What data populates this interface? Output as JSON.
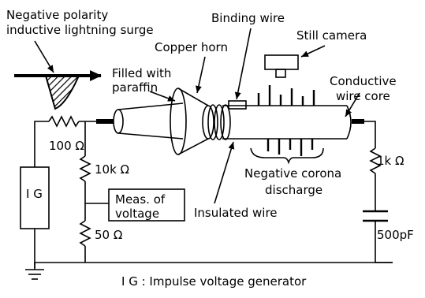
{
  "labels": {
    "surge": [
      "Negative polarity",
      "inductive lightning surge"
    ],
    "copper_horn": "Copper horn",
    "binding_wire": "Binding wire",
    "still_camera": "Still camera",
    "paraffin": [
      "Filled with",
      "paraffin"
    ],
    "conductive_core": [
      "Conductive",
      "wire core"
    ],
    "r100": "100 Ω",
    "r10k": "10k Ω",
    "r50": "50 Ω",
    "ig_box": "I G",
    "meas": [
      "Meas. of",
      "voltage"
    ],
    "corona": [
      "Negative corona",
      "discharge"
    ],
    "insulated_wire": "Insulated wire",
    "r1k": "1k Ω",
    "cap": "500pF",
    "legend": "I G : Impulse voltage generator"
  },
  "colors": {
    "line": "#000000",
    "background": "#ffffff"
  },
  "icons": [
    "surge-waveform-icon",
    "still-camera-icon",
    "ground-icon"
  ]
}
